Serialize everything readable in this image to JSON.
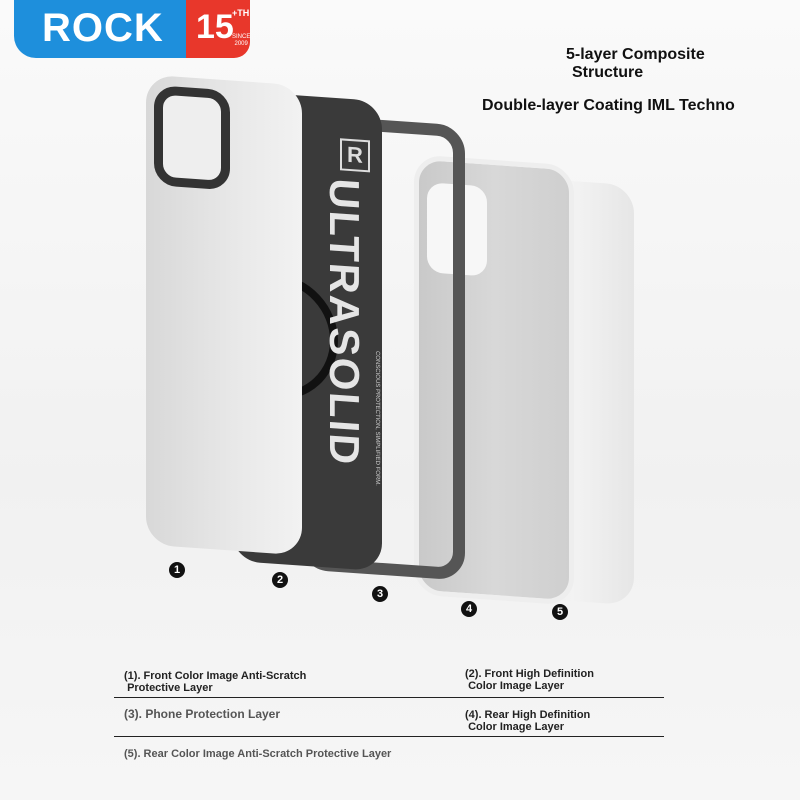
{
  "brand": {
    "name": "ROCK",
    "anniversary": "15",
    "suffix": "+TH",
    "since_line1": "SINCE",
    "since_line2": "2009",
    "blue": "#1e8fdc",
    "red": "#e8372b"
  },
  "headings": {
    "line1": "5-layer Composite",
    "line2": "Structure",
    "line3": "Double-layer Coating IML Techno"
  },
  "case_print": {
    "brand_mark": "R",
    "text": "ULTRASOLID",
    "tagline": "CONSCIOUS PROTECTION, SIMPLIFIED FORM."
  },
  "markers": [
    "1",
    "2",
    "3",
    "4",
    "5"
  ],
  "layers": [
    {
      "line1": "(1). Front Color Image Anti-Scratch",
      "line2": "Protective Layer"
    },
    {
      "line1": "(2). Front High Definition",
      "line2": "Color Image Layer"
    },
    {
      "line1": "(3). Phone Protection Layer",
      "line2": ""
    },
    {
      "line1": "(4). Rear High Definition",
      "line2": "Color Image Layer"
    },
    {
      "line1": "(5). Rear Color Image Anti-Scratch Protective Layer",
      "line2": ""
    }
  ]
}
